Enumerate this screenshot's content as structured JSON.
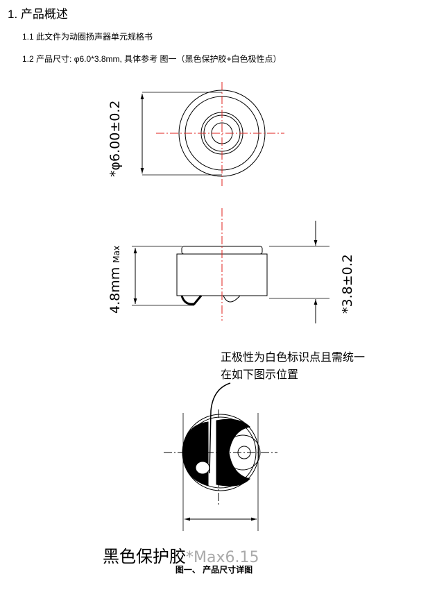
{
  "heading": "1.  产品概述",
  "items": [
    {
      "num": "1.1",
      "text": "此文件为动圈扬声器单元规格书"
    },
    {
      "num": "1.2",
      "text": "产品尺寸: φ6.0*3.8mm,  具体参考 图一（黑色保护胶+白色极性点）"
    }
  ],
  "drawing": {
    "top_view_dim": "*φ6.00±0.2",
    "side_height_dim": "4.8mm",
    "side_height_suffix": "Max",
    "side_thickness_dim": "*3.8±0.2",
    "note_line1": "正极性为白色标识点且需统一",
    "note_line2": "在如下图示位置",
    "glue_label": "黑色保护胶",
    "glue_dim": "*Max6.15"
  },
  "caption": "图一、 产品尺寸详图",
  "colors": {
    "centerline": "#e0201c"
  }
}
